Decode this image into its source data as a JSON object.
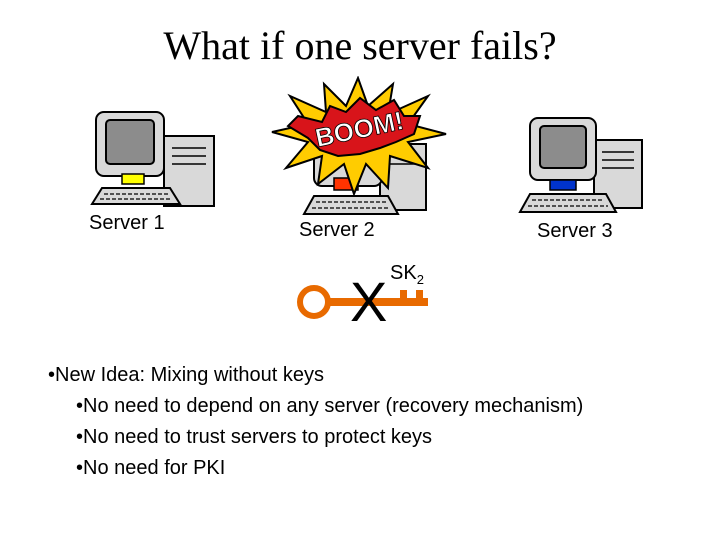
{
  "title": "What if one server fails?",
  "servers": [
    {
      "label": "Server 1"
    },
    {
      "label": "Server 2"
    },
    {
      "label": "Server 3"
    }
  ],
  "boom_text": "BOOM!",
  "key": {
    "label_main": "SK",
    "label_sub": "2",
    "cross": "X"
  },
  "bullets": {
    "main": "New Idea: Mixing without keys",
    "sub": [
      "No need to depend on any server (recovery mechanism)",
      "No need to trust servers to protect keys",
      "No need for PKI"
    ]
  },
  "colors": {
    "keyboard_pad_server1": "#ffff00",
    "keyboard_pad_server2": "#ff3300",
    "keyboard_pad_server3": "#0033cc",
    "key": "#e86a00",
    "boom_fill": "#d8141a",
    "burst": "#ffcc00"
  }
}
